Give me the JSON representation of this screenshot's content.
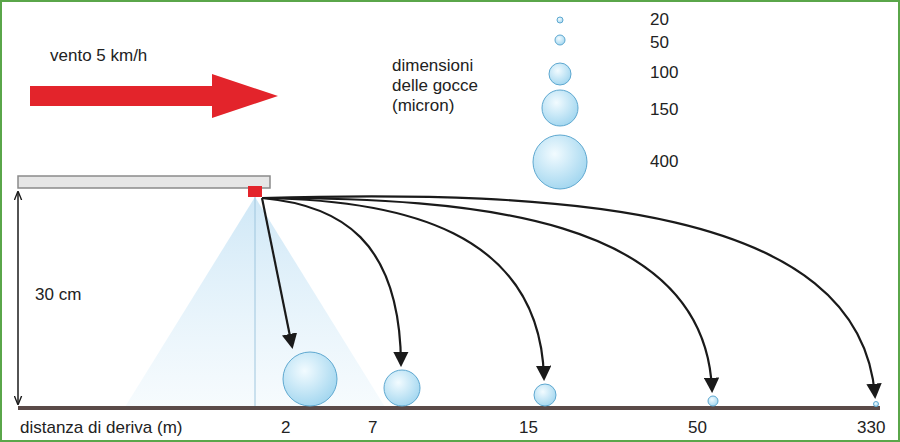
{
  "diagram": {
    "labels": [
      "vento 5 km/h",
      "dimensioni delle gocce (micron)",
      "30 cm",
      "distanza di deriva (m)",
      "2",
      "7",
      "15",
      "50",
      "330"
    ],
    "legend": [
      {
        "text": "20"
      },
      {
        "text": "50"
      },
      {
        "text": "100"
      },
      {
        "text": "150"
      },
      {
        "text": "400"
      }
    ]
  }
}
